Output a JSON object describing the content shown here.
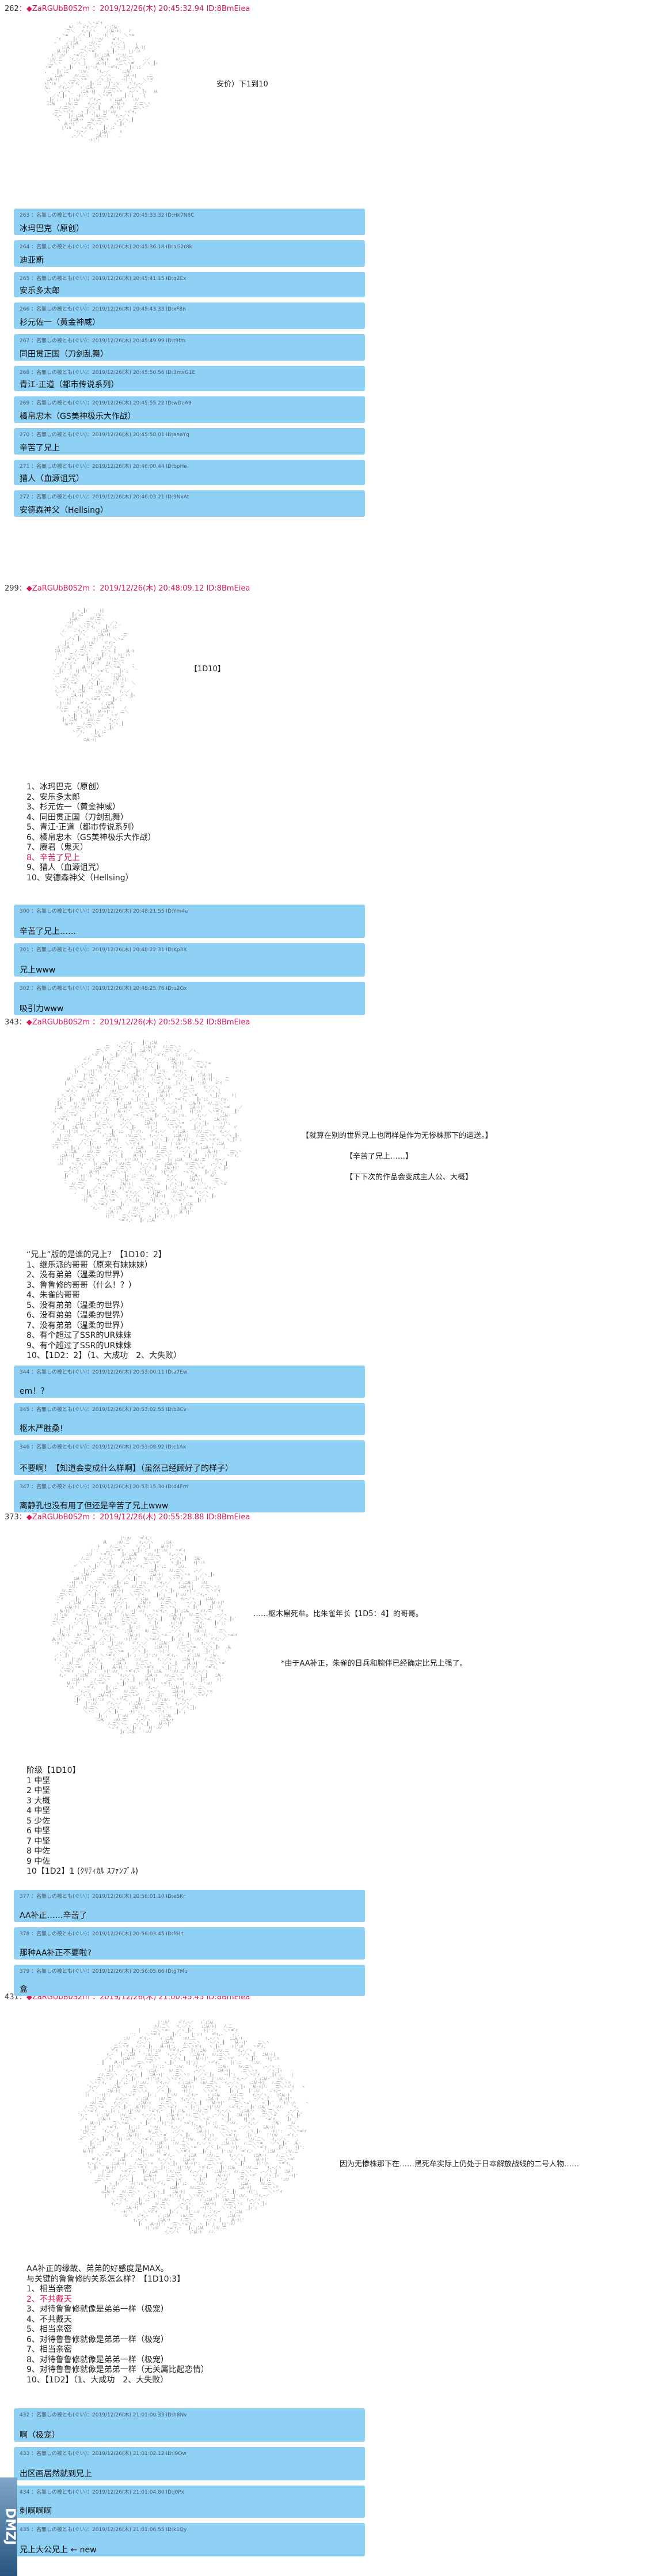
{
  "common": {
    "username": "◆ZaRGUbB0S2m",
    "id": "ID:8BmEiea"
  },
  "posts": [
    {
      "num": "262",
      "time": "：◆ZaRGUbB0S2m ：2019/12/26(木) 20:45:32.94 ID:8BmEiea",
      "note1": "安价）下1到10",
      "replies": [
        {
          "meta": "263 ：名無しの被とも(ぐい)：2019/12/26(木) 20:45:33.32 ID:Hk7N8C",
          "text": "冰玛巴克（原创）"
        },
        {
          "meta": "264 ：名無しの被とも(ぐい)：2019/12/26(木) 20:45:36.18 ID:aG2r8k",
          "text": "迪亚斯"
        },
        {
          "meta": "265 ：名無しの被とも(ぐい)：2019/12/26(木) 20:45:41.15 ID:q2Ex",
          "text": "安乐多太郎"
        },
        {
          "meta": "266 ：名無しの被とも(ぐい)：2019/12/26(木) 20:45:43.33 ID:xF8n",
          "text": "杉元佐一（黄金神威）"
        },
        {
          "meta": "267 ：名無しの被とも(ぐい)：2019/12/26(木) 20:45:49.99 ID:t9fm",
          "text": "同田贯正国（刀剑乱舞）"
        },
        {
          "meta": "268 ：名無しの被とも(ぐい)：2019/12/26(木) 20:45:50.56 ID:3mxG1E",
          "text": "青江·正道（都市传说系列）"
        },
        {
          "meta": "269 ：名無しの被とも(ぐい)：2019/12/26(木) 20:45:55.22 ID:wDeA9",
          "text": "橘帛忠木（GS美神极乐大作战）"
        },
        {
          "meta": "270 ：名無しの被とも(ぐい)：2019/12/26(木) 20:45:58.01 ID:aeaYq",
          "text": "辛苦了兄上"
        },
        {
          "meta": "271 ：名無しの被とも(ぐい)：2019/12/26(木) 20:46:00.44 ID:bpHe",
          "text": "猎人（血源诅咒）"
        },
        {
          "meta": "272 ：名無しの被とも(ぐい)：2019/12/26(木) 20:46:03.21 ID:9NxAt",
          "text": "安德森神父（Hellsing）"
        }
      ]
    },
    {
      "num": "299",
      "time": "：◆ZaRGUbB0S2m ：2019/12/26(木) 20:48:09.12 ID:8BmEiea",
      "note1": "【1D10】",
      "list": [
        "1、冰玛巴克（原创）",
        "2、安乐多太郎",
        "3、杉元佐一（黄金神威）",
        "4、同田贯正国（刀剑乱舞）",
        "5、青江·正道（都市传说系列）",
        "6、橘帛忠木（GS美神极乐大作战）",
        "7、赓君（鬼灭）",
        "8、辛苦了兄上",
        "9、猎人（血源诅咒）",
        "10、安德森神父（Hellsing）"
      ],
      "replies": [
        {
          "meta": "300 ：名無しの被とも(ぐい)：2019/12/26(木) 20:48:21.55 ID:Ym4e",
          "text": "辛苦了兄上……"
        },
        {
          "meta": "301 ：名無しの被とも(ぐい)：2019/12/26(木) 20:48:22.31 ID:Kp3X",
          "text": "兄上www"
        },
        {
          "meta": "302 ：名無しの被とも(ぐい)：2019/12/26(木) 20:48:25.76 ID:u2Gx",
          "text": "吸引力www"
        }
      ]
    },
    {
      "num": "343",
      "time": "：◆ZaRGUbB0S2m ：2019/12/26(木) 20:52:58.52 ID:8BmEiea",
      "note1": "【就算在别的世界兄上也同样是作为无惨株那下的运送。】",
      "note2": "【辛苦了兄上……】",
      "note3": "【下下次的作品会变成主人公、大概】",
      "list": [
        "“兄上”版的是谁的兄上？【1D10：2】",
        "1、继乐派的哥哥（原来有妹妹妹）",
        "2、没有弟弟（温柔的世界）",
        "3、鲁鲁修的哥哥（什么！？）",
        "4、朱雀的哥哥",
        "5、没有弟弟（温柔的世界）",
        "6、没有弟弟（温柔的世界）",
        "7、没有弟弟（温柔的世界）",
        "8、有个超过了SSR的UR妹妹",
        "9、有个超过了SSR的UR妹妹",
        "10、【1D2：2】（1、大成功　2、大失败）"
      ],
      "replies": [
        {
          "meta": "344 ：名無しの被とも(ぐい)：2019/12/26(木) 20:53:00.11 ID:a7Ew",
          "text": "em！？"
        },
        {
          "meta": "345 ：名無しの被とも(ぐい)：2019/12/26(木) 20:53:02.55 ID:b3Cv",
          "text": "枢木严胜桑!"
        },
        {
          "meta": "346 ：名無しの被とも(ぐい)：2019/12/26(木) 20:53:08.92 ID:c1Ax",
          "text": "不要啊！【知道会变成什么样啊】（虽然已经顾好了的样子）"
        },
        {
          "meta": "347 ：名無しの被とも(ぐい)：2019/12/26(木) 20:53:15.30 ID:d4Fm",
          "text": "离静孔也没有用了但还是辛苦了兄上www"
        }
      ]
    },
    {
      "num": "373",
      "time": "：◆ZaRGUbB0S2m ：2019/12/26(木) 20:55:28.88 ID:8BmEiea",
      "note1": "……枢木黑死牟。比朱雀年长【1D5：4】的哥哥。",
      "note2": "*由于AA补正，朱雀的日兵和腕伴已经确定比兄上强了。",
      "list": [
        "阶级【1D10】",
        "1 中坚",
        "2 中坚",
        "3 大概",
        "4 中坚",
        "5 少佐",
        "6 中坚",
        "7 中坚",
        "8 中佐",
        "9 中佐",
        "10【1D2】1 (ｸﾘﾃｨｶﾙ ｽﾌｧﾝﾌﾞﾙ)"
      ],
      "replies": [
        {
          "meta": "377 ：名無しの被とも(ぐい)：2019/12/26(木) 20:56:01.10 ID:e5Kr",
          "text": "AA补正……辛苦了"
        },
        {
          "meta": "378 ：名無しの被とも(ぐい)：2019/12/26(木) 20:56:03.45 ID:f6Lt",
          "text": "那种AA补正不要啦?"
        },
        {
          "meta": "379 ：名無しの被とも(ぐい)：2019/12/26(木) 20:56:05.66 ID:g7Mu",
          "text": "盒"
        }
      ]
    },
    {
      "num": "431",
      "time": "：◆ZaRGUbB0S2m ：2019/12/26(木) 21:00:45.45 ID:8BmEiea",
      "note1": "因为无惨株那下在……黑死牟实际上仍处于日本解放战线的二号人物……",
      "list": [
        "AA补正的缘故、弟弟的好感度是MAX。",
        "与关键的鲁鲁修的关系怎么样？【1D10:3】",
        "1、相当亲密",
        "2、不共戴天",
        "3、对待鲁鲁修就像是弟弟一样（极宠）",
        "4、不共戴天",
        "5、相当亲密",
        "6、对待鲁鲁修就像是弟弟一样（极宠）",
        "7、相当亲密",
        "8、对待鲁鲁修就像是弟弟一样（极宠）",
        "9、对待鲁鲁修就像是弟弟一样（无关属比起恋情）",
        "10、【1D2】（1、大成功　2、大失败）"
      ],
      "replies": [
        {
          "meta": "432 ：名無しの被とも(ぐい)：2019/12/26(木) 21:01:00.33 ID:h8Nv",
          "text": "啊（极宠）"
        },
        {
          "meta": "433 ：名無しの被とも(ぐい)：2019/12/26(木) 21:01:02.12 ID:i9Ow",
          "text": "出区画居然就到兄上"
        },
        {
          "meta": "434 ：名無しの被とも(ぐい)：2019/12/26(木) 21:01:04.80 ID:j0Px",
          "text": "刺啊啊啊"
        },
        {
          "meta": "435 ：名無しの被とも(ぐい)：2019/12/26(木) 21:01:06.55 ID:k1Qy",
          "text": "兄上大公兄上 ← new"
        }
      ]
    }
  ],
  "watermark": "DMZJ"
}
